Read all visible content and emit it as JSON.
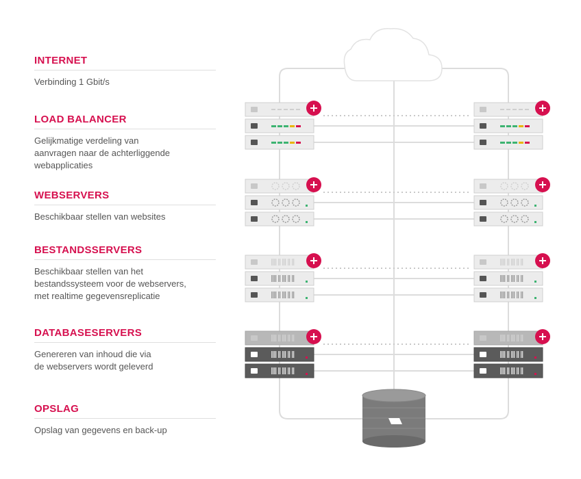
{
  "sections": [
    {
      "title": "INTERNET",
      "description": [
        "Verbinding 1 Gbit/s"
      ]
    },
    {
      "title": "LOAD BALANCER",
      "description": [
        "Gelijkmatige verdeling van",
        "aanvragen naar de achterliggende",
        "webapplicaties"
      ]
    },
    {
      "title": "WEBSERVERS",
      "description": [
        "Beschikbaar stellen van websites"
      ]
    },
    {
      "title": "BESTANDSSERVERS",
      "description": [
        "Beschikbaar stellen van het",
        "bestandssysteem voor de webservers,",
        "met realtime gegevensreplicatie"
      ]
    },
    {
      "title": "DATABASESERVERS",
      "description": [
        "Genereren van inhoud die via",
        "de webservers wordt geleverd"
      ]
    },
    {
      "title": "OPSLAG",
      "description": [
        "Opslag van gegevens en back-up"
      ]
    }
  ],
  "diagram": {
    "cloud_icon": "cloud-icon",
    "storage_icon": "storage-cylinder-icon",
    "logo_icon": "logo-icon",
    "add_icon": "plus-icon",
    "server_tiers": [
      {
        "name": "load-balancer",
        "style": "light",
        "front": "leds"
      },
      {
        "name": "webservers",
        "style": "light",
        "front": "fans"
      },
      {
        "name": "bestandsservers",
        "style": "light",
        "front": "slots"
      },
      {
        "name": "databaseservers",
        "style": "dark",
        "front": "slots"
      }
    ]
  },
  "colors": {
    "accent": "#d6104f",
    "text": "#555555",
    "line": "#dcdcdc",
    "led_green": "#3cb371",
    "led_yellow": "#e8b400",
    "led_red": "#d6104f",
    "dark_server": "#5b5b5b",
    "light_server": "#ececec"
  }
}
